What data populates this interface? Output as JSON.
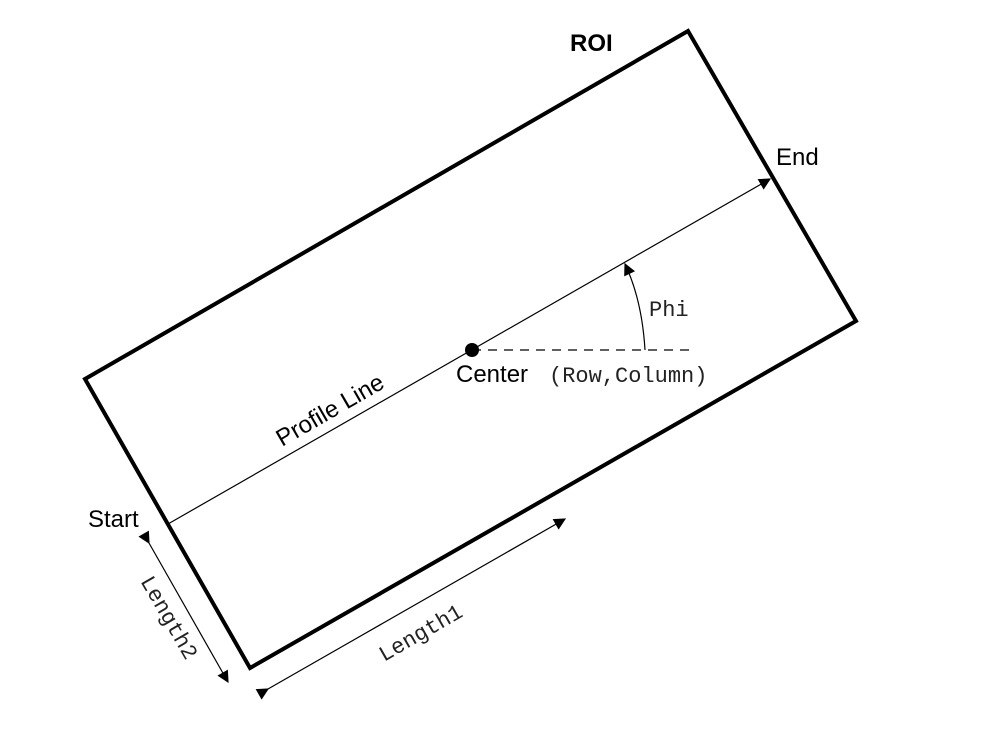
{
  "labels": {
    "roi": "ROI",
    "end": "End",
    "start": "Start",
    "profile_line": "Profile Line",
    "center": "Center",
    "center_coords": "(Row,Column)",
    "phi": "Phi",
    "length1": "Length1",
    "length2": "Length2"
  },
  "colors": {
    "stroke": "#000000",
    "background": "#ffffff"
  }
}
